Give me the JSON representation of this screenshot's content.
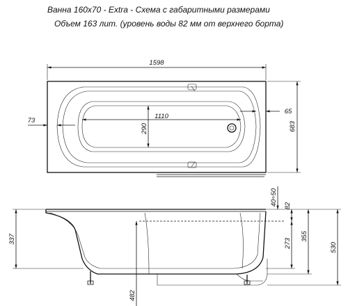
{
  "title_line1": "Ванна 160х70 - Extra - Схема с габаритными размерами",
  "title_line2": "Объем 163 лит. (уровень воды 82 мм от верхнего борта)",
  "top_view": {
    "length": "1598",
    "width": "683",
    "inner_length": "1110",
    "inner_width": "290",
    "left_offset": "73",
    "right_offset": "65"
  },
  "side_view": {
    "rim_range": "40÷50",
    "water_level": "82",
    "depth_left": "337",
    "depth_inner": "273",
    "depth_mid": "355",
    "height_total": "530",
    "leg_height": "482"
  }
}
